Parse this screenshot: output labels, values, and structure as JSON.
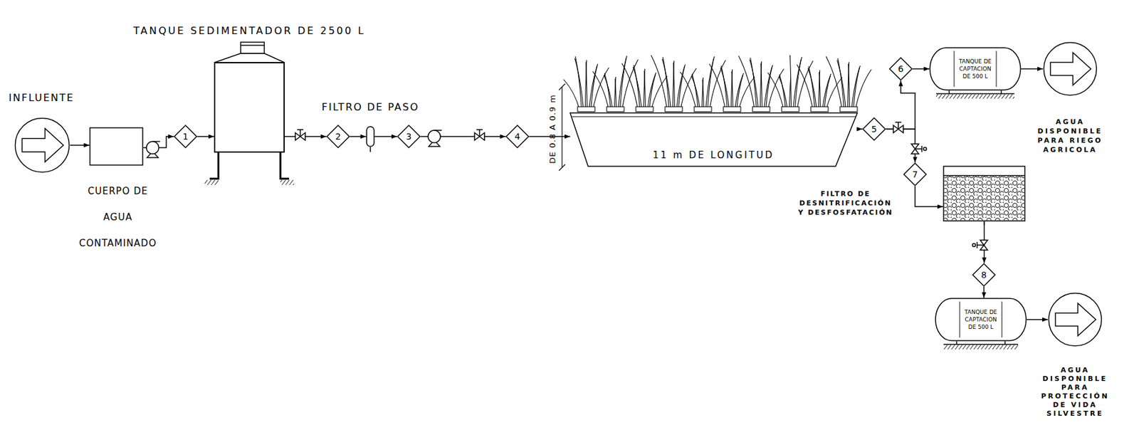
{
  "diagram": {
    "nodes": [
      {
        "text": [
          "INFLUENTE"
        ]
      },
      {
        "text": [
          "CUERPO DE AGUA CONTAMINADO"
        ]
      },
      {
        "text": [
          "1"
        ]
      },
      {
        "text": [
          "TANQUE SEDIMENTADOR DE 2500 L"
        ]
      },
      {
        "text": [
          "2"
        ]
      },
      {
        "text": [
          "FILTRO DE PASO"
        ]
      },
      {
        "text": [
          "3"
        ]
      },
      {
        "text": [
          "4"
        ]
      },
      {
        "text": [
          "11 m DE LONGITUD"
        ]
      },
      {
        "text": [
          "5"
        ]
      },
      {
        "text": [
          "6"
        ]
      },
      {
        "text": [
          "TANQUE DE CAPTACION DE 500 L"
        ]
      },
      {
        "text": [
          "AGUA DISPONIBLE PARA RIEGO AGRICOLA"
        ]
      },
      {
        "text": [
          "7"
        ]
      },
      {
        "text": [
          "FILTRO DE DESNITRIFICACIÓN Y DESFOSFATACIÓN"
        ]
      },
      {
        "text": [
          "8"
        ]
      },
      {
        "text": [
          "TANQUE DE CAPTACION DE 500 L"
        ]
      },
      {
        "text": [
          "AGUA DISPONIBLE PARA PROTECCIÓN DE VIDA SILVESTRE"
        ]
      }
    ],
    "edges": [
      {
        "from": 0,
        "to": 1,
        "arrow": "to"
      },
      {
        "from": 1,
        "to": 2,
        "arrow": "to"
      },
      {
        "from": 2,
        "to": 3,
        "arrow": "to"
      },
      {
        "from": 3,
        "to": 4,
        "arrow": "to"
      },
      {
        "from": 4,
        "to": 5,
        "arrow": "to"
      },
      {
        "from": 5,
        "to": 6,
        "arrow": "to"
      },
      {
        "from": 6,
        "to": 7,
        "arrow": "to"
      },
      {
        "from": 7,
        "to": 8,
        "arrow": "to"
      },
      {
        "from": 8,
        "to": 9,
        "arrow": "to"
      },
      {
        "from": 9,
        "to": 10,
        "arrow": "to"
      },
      {
        "from": 10,
        "to": 11,
        "arrow": "to"
      },
      {
        "from": 11,
        "to": 12,
        "arrow": "to"
      },
      {
        "from": 9,
        "to": 13,
        "arrow": "to"
      },
      {
        "from": 13,
        "to": 14,
        "arrow": "to"
      },
      {
        "from": 14,
        "to": 15,
        "arrow": "to"
      },
      {
        "from": 15,
        "to": 16,
        "arrow": "to"
      },
      {
        "from": 16,
        "to": 17,
        "arrow": "to"
      }
    ],
    "labels": [
      "DE 0.8 A 0.9 m"
    ]
  }
}
